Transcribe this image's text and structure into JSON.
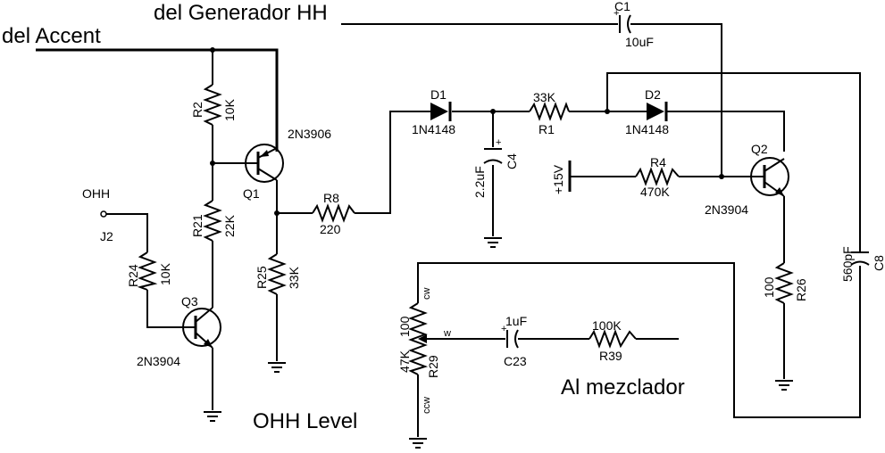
{
  "inputs": {
    "accent": "del Accent",
    "hh_generator": "del Generador HH"
  },
  "outputs": {
    "mixer": "Al mezclador"
  },
  "title": "OHH Level",
  "connector": {
    "name": "OHH",
    "ref": "J2"
  },
  "supply": "+15V",
  "components": {
    "r2": {
      "ref": "R2",
      "value": "10K"
    },
    "r21": {
      "ref": "R21",
      "value": "22K"
    },
    "r24": {
      "ref": "R24",
      "value": "10K"
    },
    "r25": {
      "ref": "R25",
      "value": "33K"
    },
    "r8": {
      "ref": "R8",
      "value": "220"
    },
    "r1": {
      "ref": "R1",
      "value": "33K"
    },
    "r4": {
      "ref": "R4",
      "value": "470K"
    },
    "r26": {
      "ref": "R26",
      "value": "100"
    },
    "r39": {
      "ref": "R39",
      "value": "100K"
    },
    "r29": {
      "ref": "R29",
      "value": "47K",
      "value2": "100",
      "pin_top": "cw",
      "pin_wiper": "w",
      "pin_bottom": "ccw"
    },
    "c1": {
      "ref": "C1",
      "value": "10uF"
    },
    "c4": {
      "ref": "C4",
      "value": "2.2uF"
    },
    "c8": {
      "ref": "C8",
      "value": "560pF"
    },
    "c23": {
      "ref": "C23",
      "value": "1uF"
    },
    "d1": {
      "ref": "D1",
      "value": "1N4148"
    },
    "d2": {
      "ref": "D2",
      "value": "1N4148"
    },
    "q1": {
      "ref": "Q1",
      "value": "2N3906"
    },
    "q2": {
      "ref": "Q2",
      "value": "2N3904"
    },
    "q3": {
      "ref": "Q3",
      "value": "2N3904"
    }
  }
}
